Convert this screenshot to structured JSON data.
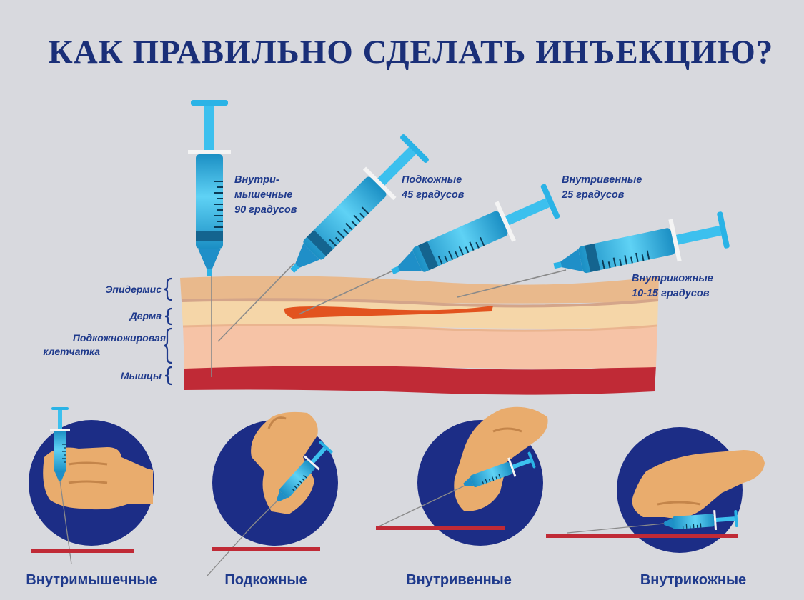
{
  "title": "Как правильно сделать инъекцию?",
  "injections": [
    {
      "label_lines": [
        "Внутри-",
        "мышечные",
        "90 градусов"
      ]
    },
    {
      "label_lines": [
        "Подкожные",
        "45 градусов"
      ]
    },
    {
      "label_lines": [
        "Внутривенные",
        "25 градусов"
      ]
    },
    {
      "label_lines": [
        "Внутрикожные",
        "10-15 градусов"
      ]
    }
  ],
  "layers": [
    {
      "label_lines": [
        "Эпидермис"
      ]
    },
    {
      "label_lines": [
        "Дерма"
      ]
    },
    {
      "label_lines": [
        "Подкожножировая",
        "клетчатка"
      ]
    },
    {
      "label_lines": [
        "Мышцы"
      ]
    }
  ],
  "techniques": [
    {
      "label": "Внутримышечные"
    },
    {
      "label": "Подкожные"
    },
    {
      "label": "Внутривенные"
    },
    {
      "label": "Внутрикожные"
    }
  ],
  "colors": {
    "background": "#d8d9de",
    "title": "#1a2f78",
    "labels": "#1f3a8c",
    "epidermis": "#e9b98c",
    "dermis": "#f5d6a8",
    "subcutaneous": "#f6c3a6",
    "muscle": "#c02a36",
    "vein": "#e2531f",
    "syringe": "#2ab3e6",
    "circle": "#1c2d86",
    "hand": "#e9ac6d"
  }
}
